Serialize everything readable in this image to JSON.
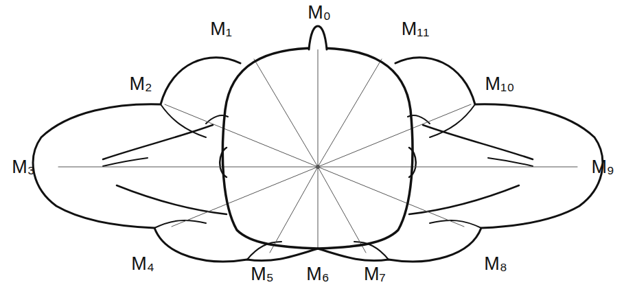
{
  "diagram": {
    "labels": [
      "M₀",
      "M₁",
      "M₂",
      "M₃",
      "M₄",
      "M₅",
      "M₆",
      "M₇",
      "M₈",
      "M₉",
      "M₁₀",
      "M₁₁"
    ]
  }
}
